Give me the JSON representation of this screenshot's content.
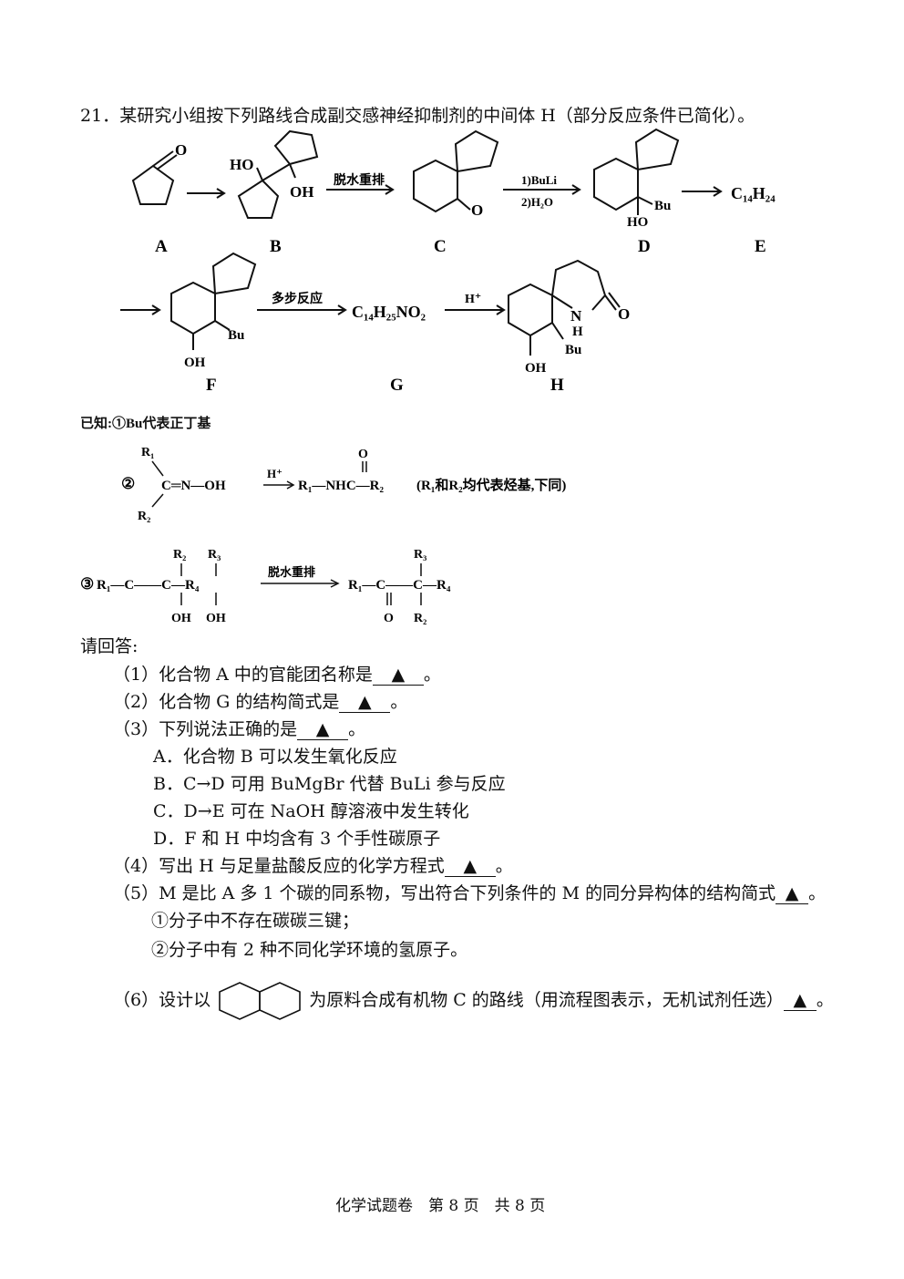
{
  "question": {
    "number": "21．",
    "stem": "某研究小组按下列路线合成副交感神经抑制剂的中间体 H（部分反应条件已简化）。"
  },
  "scheme": {
    "labels": [
      "A",
      "B",
      "C",
      "D",
      "E",
      "F",
      "G",
      "H"
    ],
    "conditions": {
      "b_to_c": "脱水重排",
      "c_to_d_1": "1)BuLi",
      "c_to_d_2": "2)H₂O",
      "f_to_g": "多步反应",
      "g_to_h": "H⁺"
    },
    "formulas": {
      "E": "C₁₄H₂₄",
      "G": "C₁₄H₂₅NO₂"
    },
    "atoms": {
      "O": "O",
      "HO": "HO",
      "OH": "OH",
      "Bu": "Bu",
      "N": "N",
      "H": "H"
    }
  },
  "known": {
    "title": "已知:①Bu代表正丁基",
    "item2": {
      "marker": "②",
      "reagent": "H⁺",
      "left": "C═N—OH",
      "right": "R₁—NHC—R₂",
      "note": "(R₁和R₂均代表烃基,下同)",
      "R1": "R₁",
      "R2": "R₂",
      "O": "O"
    },
    "item3": {
      "marker": "③",
      "reagent": "脱水重排",
      "left": "R₁—C——C—R₄",
      "right": "R₁—C——C—R₄",
      "R2": "R₂",
      "R3": "R₃",
      "OH": "OH",
      "O": "O"
    }
  },
  "prompt": "请回答:",
  "items": [
    {
      "pre": "（1）化合物 A 中的官能团名称是",
      "blank": "▲",
      "post": "。"
    },
    {
      "pre": "（2）化合物 G 的结构简式是",
      "blank": "▲",
      "post": "。"
    },
    {
      "pre": "（3）下列说法正确的是",
      "blank": "▲",
      "post": "。"
    },
    {
      "pre": "（4）写出 H 与足量盐酸反应的化学方程式",
      "blank": "▲",
      "post": "。"
    },
    {
      "pre": "（5）M 是比 A 多 1 个碳的同系物，写出符合下列条件的 M 的同分异构体的结构简式",
      "blank": "▲",
      "post": "。"
    },
    {
      "pre": "（6）设计以",
      "mid": "为原料合成有机物 C 的路线（用流程图表示，无机试剂任选）",
      "blank": "▲",
      "post": "。"
    }
  ],
  "options": [
    "A．化合物 B 可以发生氧化反应",
    "B．C→D 可用 BuMgBr 代替 BuLi 参与反应",
    "C．D→E 可在 NaOH 醇溶液中发生转化",
    "D．F 和 H 中均含有 3 个手性碳原子"
  ],
  "conditions5": [
    "①分子中不存在碳碳三键；",
    "②分子中有 2 种不同化学环境的氢原子。"
  ],
  "footer": "化学试题卷　第 8 页　共 8 页"
}
